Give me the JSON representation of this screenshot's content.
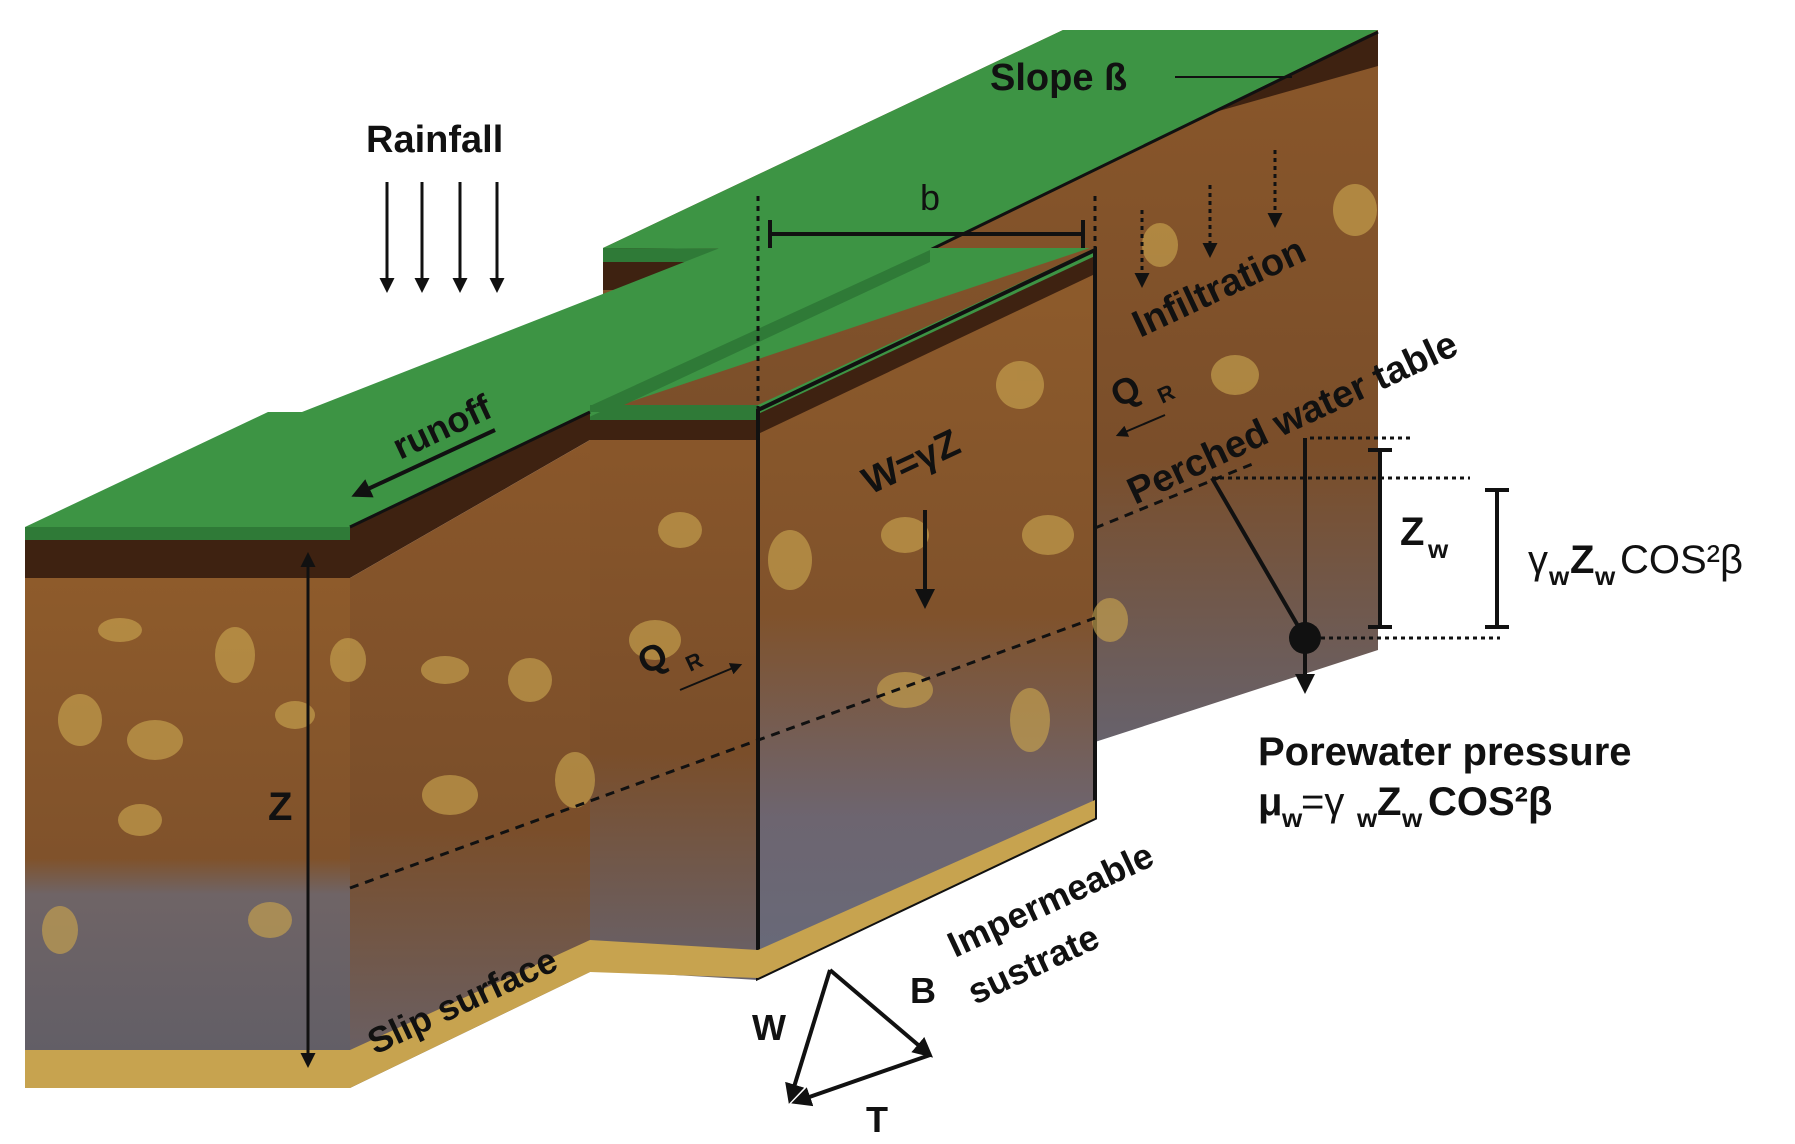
{
  "labels": {
    "rainfall": "Rainfall",
    "slope": "Slope ß",
    "b": "b",
    "infiltration": "Infiltration",
    "runoff": "runoff",
    "perched_water_table": "Perched water table",
    "q_r": "Q",
    "q_r_sub": "R",
    "weight_formula": "W=γZ",
    "z": "Z",
    "zw_main": "Z",
    "zw_sub": "w",
    "gamma_formula": {
      "g": "γ",
      "w1": "w",
      "z": "Z",
      "w2": "w",
      "cos": "COS²β"
    },
    "porewater_pressure": "Porewater pressure",
    "mu_formula": {
      "mu": "μ",
      "w1": "w",
      "eq": "=γ",
      "w2": "w",
      "z": "Z",
      "w3": "w",
      "cos": "COS²β"
    },
    "impermeable": "Impermeable",
    "sustrate": "sustrate",
    "slip_surface": "Slip surface",
    "force_w": "W",
    "force_b": "B",
    "force_t": "T"
  },
  "colors": {
    "grass_top": "#3d9444",
    "grass_dark": "#2f7a37",
    "topsoil": "#3e2211",
    "soil_front": "#8b5a2b",
    "soil_side": "#7a4a24",
    "wet_zone": "#6b6870",
    "rocks": "#c7a34f",
    "ink": "#111111"
  }
}
